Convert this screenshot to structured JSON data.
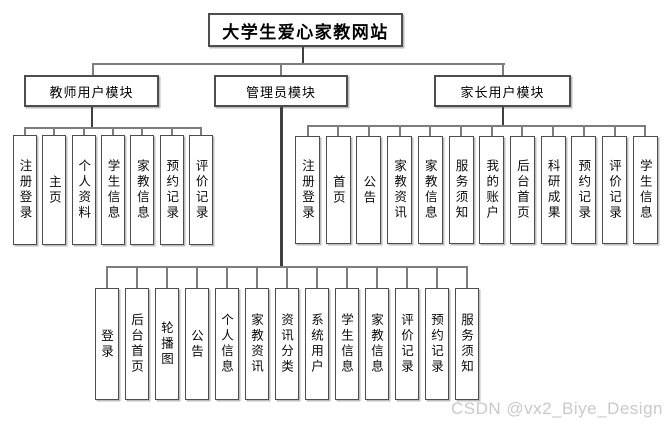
{
  "title": "大学生爱心家教网站",
  "watermark": "CSDN @vx2_Biye_Design",
  "colors": {
    "background": "#ffffff",
    "box_border": "#4d4d4d",
    "connector_line": "#7d7d7d",
    "text": "#000000",
    "watermark_text": "#c9c9c9"
  },
  "modules": [
    {
      "label": "教师用户模块",
      "children": [
        "注册登录",
        "主页",
        "个人资料",
        "学生信息",
        "家教信息",
        "预约记录",
        "评价记录"
      ]
    },
    {
      "label": "管理员模块",
      "children": [
        "登录",
        "后台首页",
        "轮播图",
        "公告",
        "个人信息",
        "家教资讯",
        "资讯分类",
        "系统用户",
        "学生信息",
        "家教信息",
        "评价记录",
        "预约记录",
        "服务须知"
      ]
    },
    {
      "label": "家长用户模块",
      "children": [
        "注册登录",
        "首页",
        "公告",
        "家教资讯",
        "家教信息",
        "服务须知",
        "我的账户",
        "后台首页",
        "科研成果",
        "预约记录",
        "评价记录",
        "学生信息"
      ]
    }
  ]
}
